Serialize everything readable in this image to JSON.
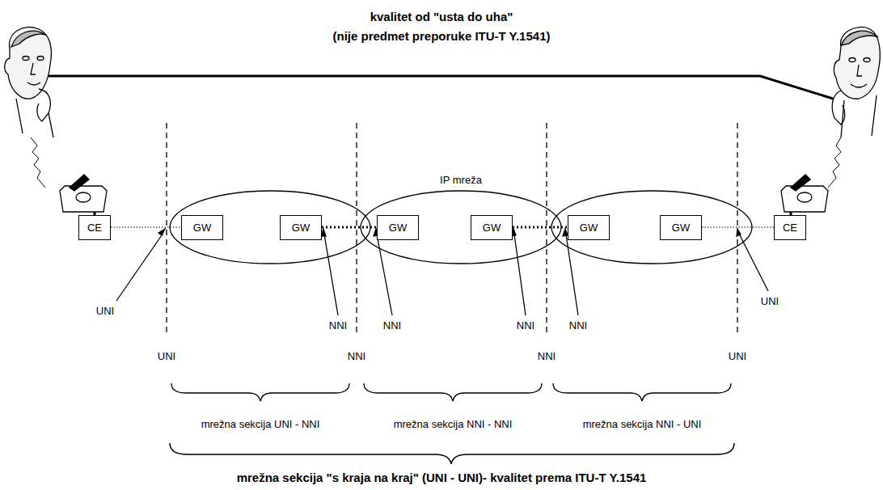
{
  "diagram": {
    "title": "kvalitet od \"usta do uha\"",
    "caption": "mrežna sekcija \"s kraja na kraj\" (UNI - UNI)- kvalitet prema ITU-T Y.1541",
    "nodes": [
      {
        "text": [
          "CE"
        ]
      },
      {
        "text": [
          "GW"
        ]
      },
      {
        "text": [
          "GW"
        ]
      },
      {
        "text": [
          "GW"
        ]
      },
      {
        "text": [
          "GW"
        ]
      },
      {
        "text": [
          "GW"
        ]
      },
      {
        "text": [
          "GW"
        ]
      },
      {
        "text": [
          "CE"
        ]
      }
    ],
    "edges": [
      {
        "from": 0,
        "to": 1,
        "arrow": "none"
      },
      {
        "from": 2,
        "to": 3,
        "arrow": "none"
      },
      {
        "from": 4,
        "to": 5,
        "arrow": "none"
      },
      {
        "from": 6,
        "to": 7,
        "arrow": "none"
      }
    ],
    "labels": [
      "(nije predmet preporuke ITU-T Y.1541)",
      "IP mreža",
      "UNI",
      "NNI",
      "NNI",
      "NNI",
      "NNI",
      "UNI",
      "UNI",
      "NNI",
      "NNI",
      "UNI",
      "mrežna sekcija UNI - NNI",
      "mrežna sekcija NNI - NNI",
      "mrežna sekcija NNI - UNI"
    ]
  }
}
